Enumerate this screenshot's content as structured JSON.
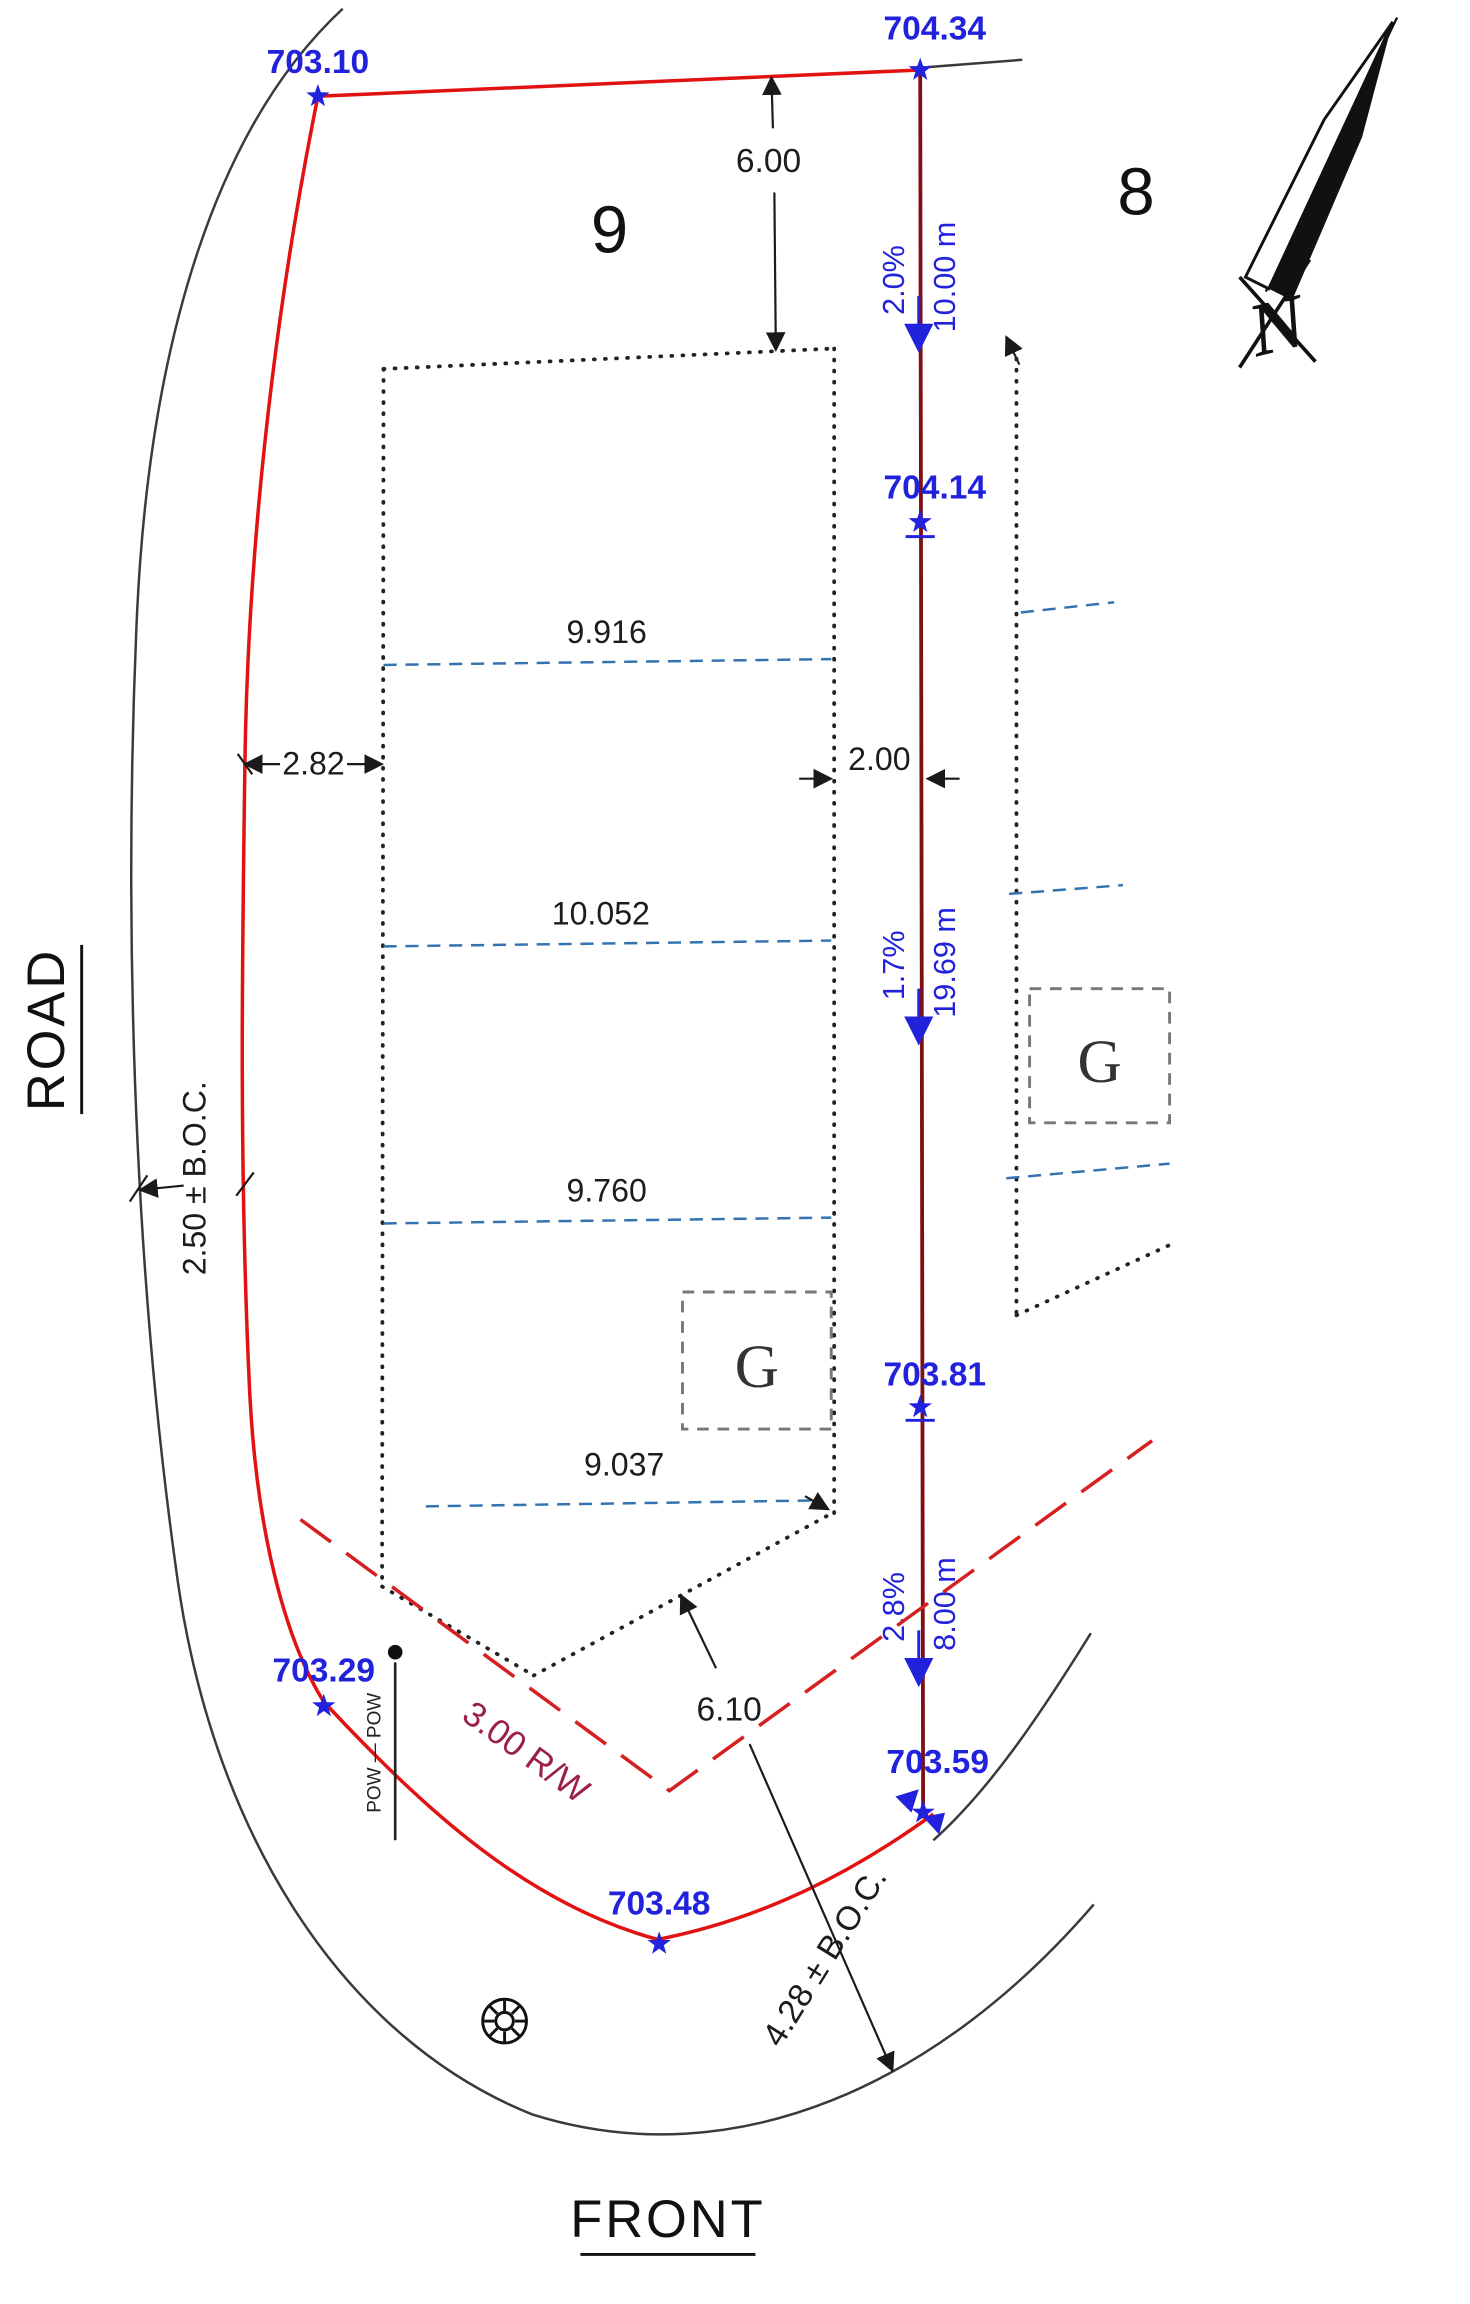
{
  "title": "Lot grading / survey site plan",
  "colors": {
    "boundary_red": "#e11211",
    "boundary_dark_red": "#7d1012",
    "rw_dashed_red": "#d42020",
    "rw_label_maroon": "#9b2045",
    "measure_blue_dashed": "#3572b0",
    "elevation_blue": "#2222dd",
    "line_black": "#222222"
  },
  "icons": {
    "elevation_marker": "star-icon",
    "north_arrow": "compass-needle-icon",
    "monument": "survey-monument-icon"
  },
  "labels": {
    "road": "ROAD",
    "front": "FRONT",
    "lot_9": "9",
    "lot_8": "8",
    "north": "N",
    "garage_9": "G",
    "garage_8": "G",
    "pow_line": "POW — POW",
    "right_of_way": "3.00 R/W"
  },
  "elevations": {
    "nw": "703.10",
    "ne": "704.34",
    "east_upper": "704.14",
    "east_lower": "703.81",
    "sw": "703.29",
    "front_mid": "703.48",
    "se": "703.59"
  },
  "widths": {
    "w1": "9.916",
    "w2": "10.052",
    "w3": "9.760",
    "w4": "9.037"
  },
  "dimensions": {
    "top_offset": "6.00",
    "left_offset": "2.82",
    "right_offset": "2.00",
    "front_offset": "6.10",
    "left_boc": "2.50 ± B.O.C.",
    "front_boc": "4.28 ± B.O.C."
  },
  "slopes": [
    {
      "grade": "2.0%",
      "run": "10.00 m"
    },
    {
      "grade": "1.7%",
      "run": "19.69 m"
    },
    {
      "grade": "2.8%",
      "run": "8.00 m"
    }
  ]
}
